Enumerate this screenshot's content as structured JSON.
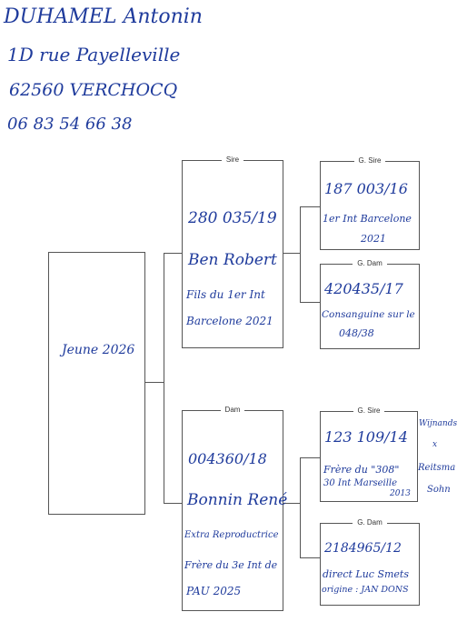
{
  "owner": {
    "name": "DUHAMEL Antonin",
    "street": "1D rue Payelleville",
    "city": "62560 VERCHOCQ",
    "phone": "06 83 54 66 38"
  },
  "subject": {
    "name": "Jeune 2026"
  },
  "sire": {
    "label": "Sire",
    "ring": "280 035/19",
    "name": "Ben Robert",
    "note1": "Fils du 1er Int",
    "note2": "Barcelone 2021"
  },
  "sire_sire": {
    "label": "G. Sire",
    "ring": "187 003/16",
    "note1": "1er Int Barcelone",
    "note2": "2021"
  },
  "sire_dam": {
    "label": "G. Dam",
    "ring": "420435/17",
    "note1": "Consanguine sur le",
    "note2": "048/38"
  },
  "dam": {
    "label": "Dam",
    "ring": "004360/18",
    "name": "Bonnin René",
    "note1": "Extra Reproductrice",
    "note2": "Frère du 3e Int de",
    "note3": "PAU 2025"
  },
  "dam_sire": {
    "label": "G. Sire",
    "ring": "123 109/14",
    "note1": "Frère du \"308\"",
    "note2": "30 Int Marseille",
    "note3": "2013",
    "side1": "Wijnands",
    "side2": "x",
    "side3": "Reitsma",
    "side4": "Sohn"
  },
  "dam_dam": {
    "label": "G. Dam",
    "ring": "2184965/12",
    "note1": "direct Luc Smets",
    "note2": "origine : JAN DONS"
  }
}
